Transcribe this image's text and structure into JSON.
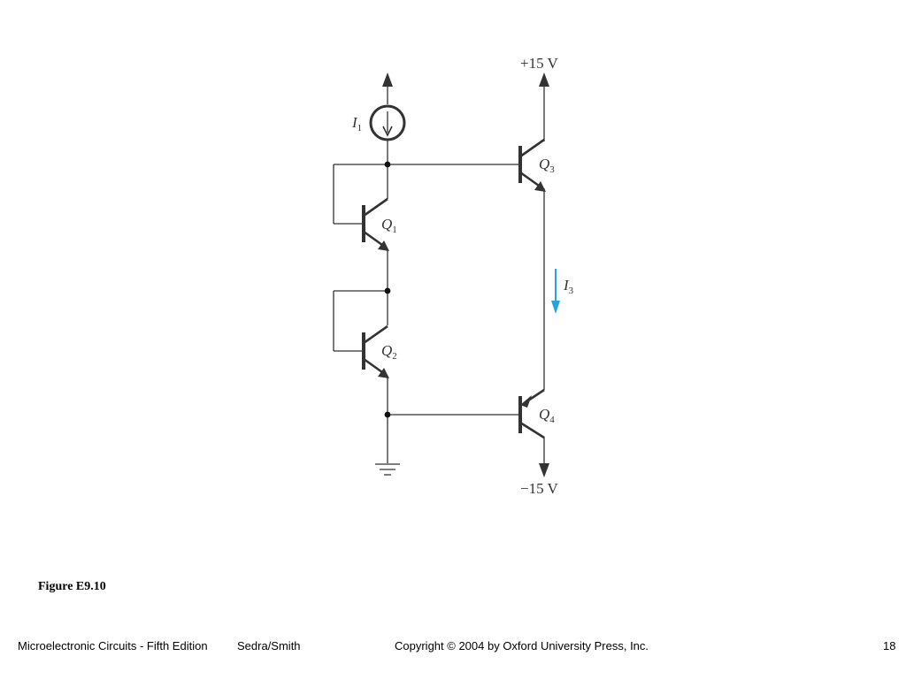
{
  "figure": {
    "caption": "Figure E9.10",
    "supply_positive": "+15 V",
    "supply_negative": "−15 V",
    "transistors": [
      {
        "letter": "Q",
        "sub": "1"
      },
      {
        "letter": "Q",
        "sub": "2"
      },
      {
        "letter": "Q",
        "sub": "3"
      },
      {
        "letter": "Q",
        "sub": "4"
      }
    ],
    "current_source": {
      "letter": "I",
      "sub": "1"
    },
    "current_arrow": {
      "letter": "I",
      "sub": "3",
      "color": "#2aa3d8"
    }
  },
  "footer": {
    "book": "Microelectronic Circuits - Fifth Edition",
    "authors": "Sedra/Smith",
    "copyright": "Copyright © 2004 by Oxford University Press, Inc.",
    "page": "18"
  }
}
